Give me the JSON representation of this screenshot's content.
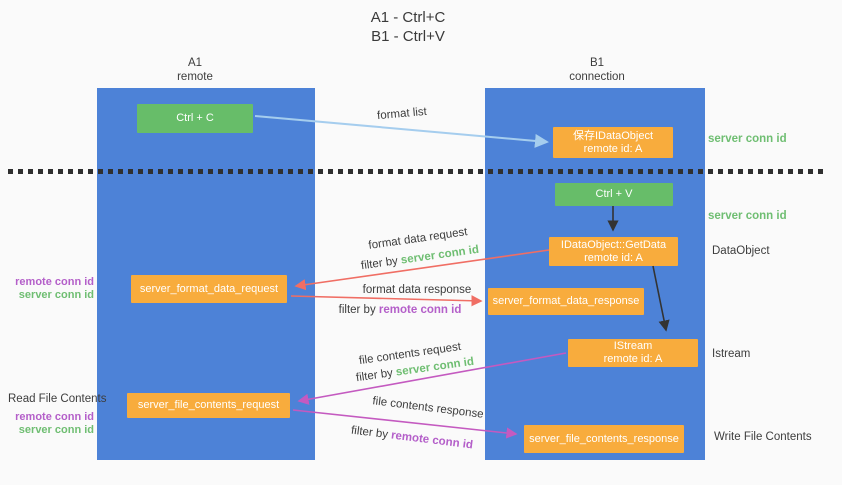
{
  "title": {
    "line1": "A1 - Ctrl+C",
    "line2": "B1 - Ctrl+V"
  },
  "lanes": {
    "left": {
      "title": "A1",
      "subtitle": "remote"
    },
    "right": {
      "title": "B1",
      "subtitle": "connection"
    }
  },
  "nodes": {
    "ctrl_c": "Ctrl + C",
    "ctrl_v": "Ctrl + V",
    "save_dataobject_line1": "保存IDataObject",
    "save_dataobject_line2": "remote id: A",
    "getdata_line1": "IDataObject::GetData",
    "getdata_line2": "remote id: A",
    "istream_line1": "IStream",
    "istream_line2": "remote id: A",
    "format_request": "server_format_data_request",
    "format_response": "server_format_data_response",
    "file_request": "server_file_contents_request",
    "file_response": "server_file_contents_response"
  },
  "edge_labels": {
    "format_list": "format list",
    "format_data_request": "format data request",
    "format_data_response": "format data response",
    "file_contents_request": "file contents request",
    "file_contents_response": "file contents response",
    "filter_by": "filter by"
  },
  "side_labels": {
    "server_conn_id": "server conn id",
    "remote_conn_id": "remote conn id",
    "dataobject": "DataObject",
    "istream": "Istream",
    "read_file_contents": "Read File Contents",
    "write_file_contents": "Write File Contents"
  },
  "colors": {
    "lane_blue": "#4d82d7",
    "node_green": "#67bd69",
    "node_orange": "#f8ac3d",
    "arrow_blue": "#a5cdee",
    "arrow_red": "#f06e64",
    "arrow_magenta": "#c45ac0",
    "arrow_black": "#333333",
    "text_green": "#6fbe72",
    "text_purple": "#b45fc9",
    "background": "#fafafa"
  }
}
